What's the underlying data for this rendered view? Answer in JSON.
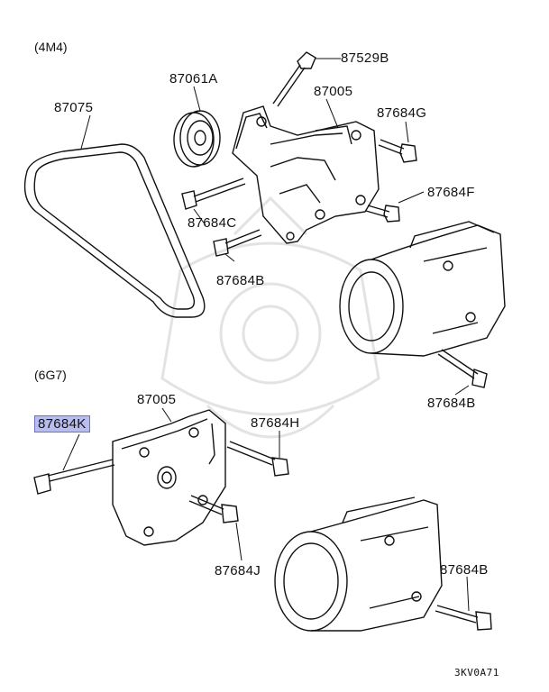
{
  "sections": {
    "top": "(4M4)",
    "bottom": "(6G7)"
  },
  "labels": {
    "p87529B": "87529B",
    "p87061A": "87061A",
    "p87005_top": "87005",
    "p87075": "87075",
    "p87684G": "87684G",
    "p87684F": "87684F",
    "p87684C": "87684C",
    "p87684B_a": "87684B",
    "p87684B_b": "87684B",
    "p87005_bot": "87005",
    "p87684K": "87684K",
    "p87684H": "87684H",
    "p87684J": "87684J",
    "p87684B_c": "87684B"
  },
  "footer": {
    "code": "3KV0A71"
  },
  "colors": {
    "highlight": "#b8bdf0",
    "line": "#111111",
    "watermark": "#e3e3e3"
  }
}
